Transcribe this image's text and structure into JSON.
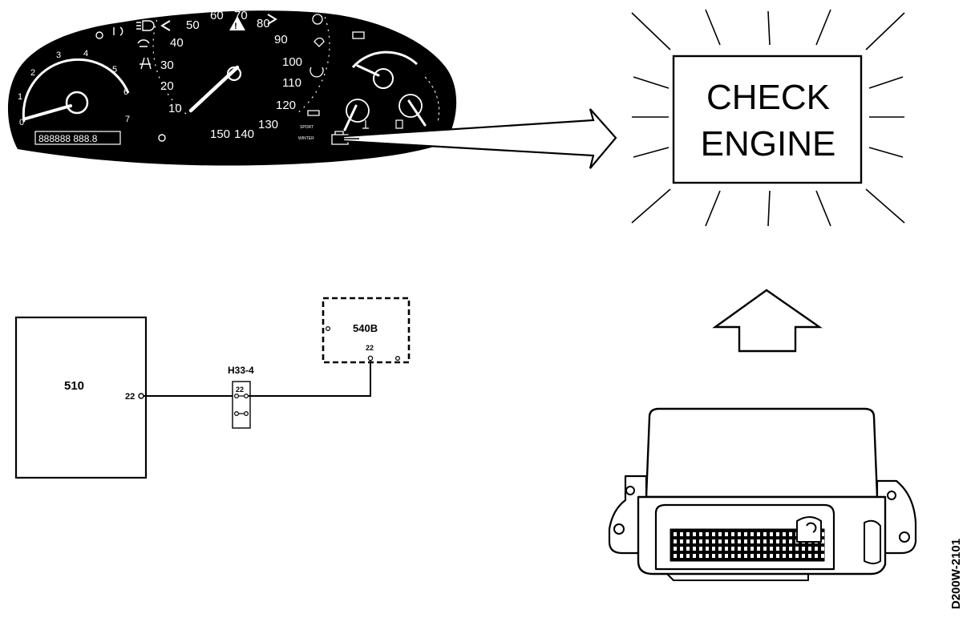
{
  "warning_lamp": {
    "line1": "CHECK",
    "line2": "ENGINE"
  },
  "cluster": {
    "tacho_ticks": [
      "0",
      "1",
      "2",
      "3",
      "4",
      "5",
      "6",
      "7"
    ],
    "speed_ticks": [
      "10",
      "20",
      "30",
      "40",
      "50",
      "60",
      "70",
      "80",
      "90",
      "100",
      "110",
      "120",
      "130",
      "140",
      "150"
    ],
    "odometer": "888888 888.8",
    "mode_labels": [
      "SPORT",
      "WINTER"
    ],
    "colors": {
      "panel": "#000000",
      "ink": "#ffffff"
    }
  },
  "schematic": {
    "ecu_box": {
      "label": "510",
      "pin": "22"
    },
    "connector": {
      "label": "H33-4",
      "pin": "22"
    },
    "component": {
      "label": "540B",
      "pin": "22"
    }
  },
  "figure_code": "D200W-2101"
}
